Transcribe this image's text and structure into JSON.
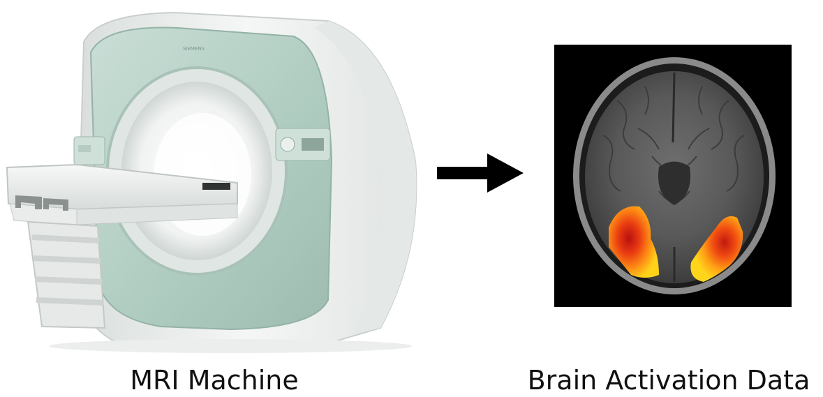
{
  "captions": {
    "left": "MRI Machine",
    "right": "Brain Activation Data"
  },
  "machine": {
    "brand": "SIEMENS"
  },
  "colors": {
    "shell": "#eef1ef",
    "panel_green": "#b7d3c8",
    "arrow": "#000000",
    "activation_hot": "#e02a10",
    "activation_warm": "#ffd21a"
  }
}
